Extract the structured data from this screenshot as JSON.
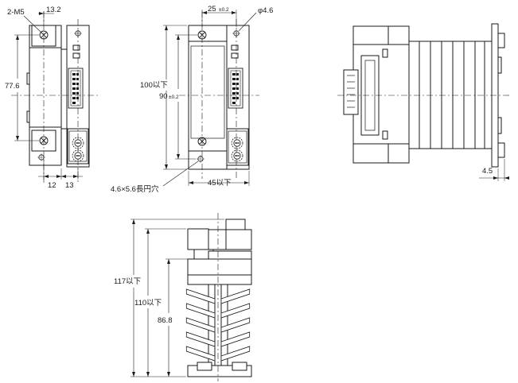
{
  "labels": {
    "screw": "2-M5",
    "d_13_2": "13.2",
    "d_77_6": "77.6",
    "d_12": "12",
    "d_13": "13",
    "d_25": "25",
    "tol_02": "±0.2",
    "phi": "φ4.6",
    "d_100": "100以下",
    "d_90": "90",
    "hole": "4.6×5.6長円穴",
    "d_45": "45以下",
    "d_4_5": "4.5",
    "d_117": "117以下",
    "d_110": "110以下",
    "d_86_8": "86.8"
  }
}
